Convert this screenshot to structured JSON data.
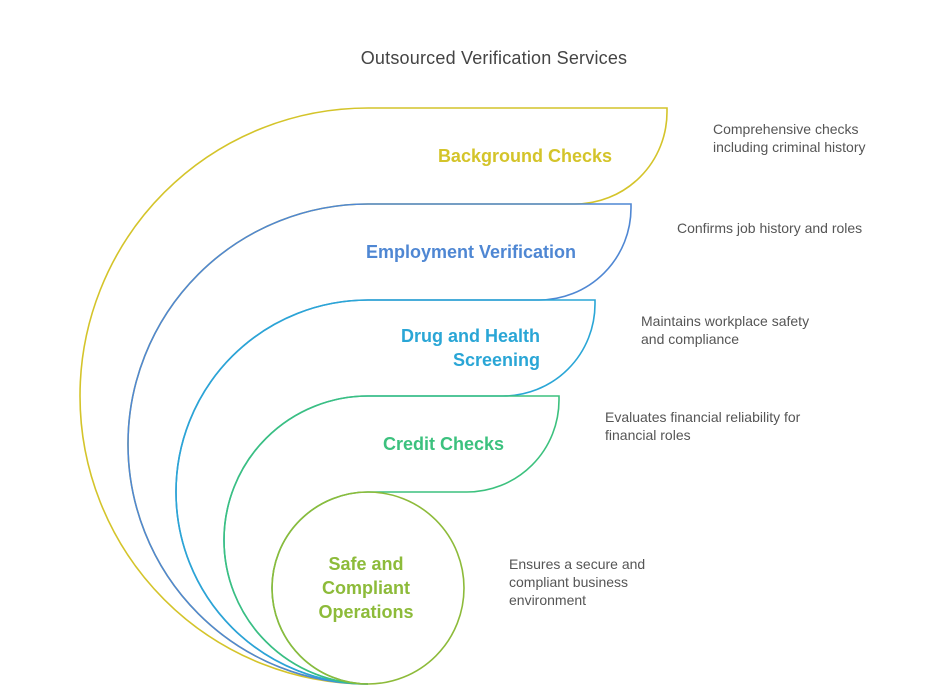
{
  "title": "Outsourced Verification Services",
  "stages": [
    {
      "label": "Background Checks",
      "description": "Comprehensive checks including criminal history",
      "color": "#D4C42A"
    },
    {
      "label": "Employment Verification",
      "description": "Confirms job history and roles",
      "color": "#4F87D3"
    },
    {
      "label": "Drug and Health Screening",
      "description": "Maintains workplace safety and compliance",
      "color": "#2AA6D6"
    },
    {
      "label": "Credit Checks",
      "description": "Evaluates financial reliability for financial roles",
      "color": "#3CC17E"
    },
    {
      "label": "Safe and Compliant Operations",
      "description": "Ensures a secure and compliant business environment",
      "color": "#8DBB3A"
    }
  ]
}
